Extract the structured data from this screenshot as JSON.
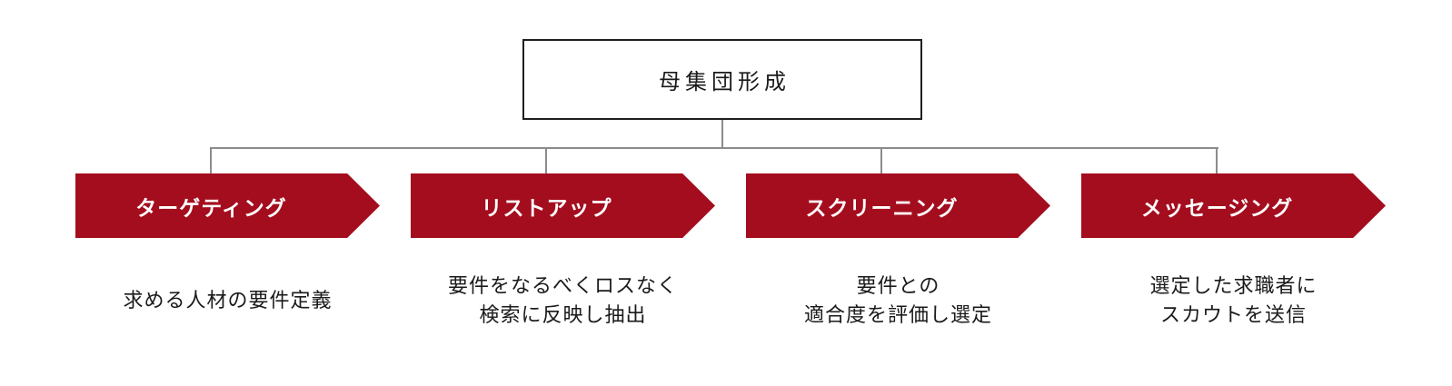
{
  "root": {
    "label": "母集団形成"
  },
  "steps": [
    {
      "label": "ターゲティング",
      "desc": [
        "求める人材の要件定義"
      ]
    },
    {
      "label": "リストアップ",
      "desc": [
        "要件をなるべくロスなく",
        "検索に反映し抽出"
      ]
    },
    {
      "label": "スクリーニング",
      "desc": [
        "要件との",
        "適合度を評価し選定"
      ]
    },
    {
      "label": "メッセージング",
      "desc": [
        "選定した求職者に",
        "スカウトを送信"
      ]
    }
  ],
  "colors": {
    "arrow": "#A40D1E",
    "arrow_text": "#FFFFFF",
    "connector": "#8C8C8C",
    "box_border": "#1F1F1F",
    "text": "#1A1A1A",
    "background": "#FFFFFF"
  }
}
